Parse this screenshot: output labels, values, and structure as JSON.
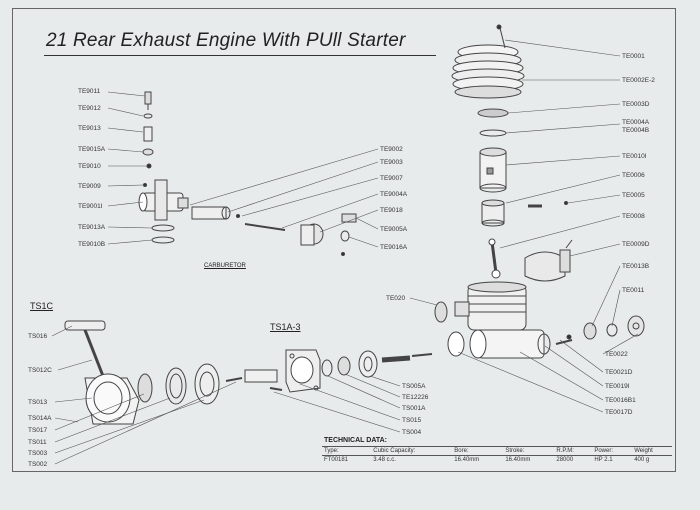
{
  "title": "21 Rear Exhaust Engine With  PUll Starter",
  "sections": {
    "carburetor": "CARBURETOR",
    "starter": "TS1C",
    "starter_drive": "TS1A-3"
  },
  "labels": {
    "left_carb": [
      "TE9011",
      "TE9012",
      "TE9013",
      "TE9015A",
      "TE9010",
      "TE9009",
      "TE9001I",
      "TE9013A",
      "TE9010B"
    ],
    "mid_carb": [
      "TE9002",
      "TE9003",
      "TE9007",
      "TE9004A",
      "TE9018",
      "TE9005A",
      "TE9016A"
    ],
    "right_top": [
      "TE0001",
      "TE0002E-2",
      "TE0003D",
      "TE0004A",
      "TE0004B",
      "TE0010I",
      "TE0006",
      "TE0005",
      "TE0008",
      "TE0009D",
      "TE0013B",
      "TE0011",
      "TE0022",
      "TE0021D",
      "TE0019I",
      "TE0016B1",
      "TE0017D"
    ],
    "te020": "TE020",
    "starter_left": [
      "TS016",
      "TS012C",
      "TS013",
      "TS014A",
      "TS017",
      "TS011",
      "TS003",
      "TS002"
    ],
    "starter_mid": [
      "TS005A",
      "TE12226",
      "TS001A",
      "TS015",
      "TS004"
    ]
  },
  "technical": {
    "heading": "TECHNICAL DATA:",
    "headers": [
      "Type:",
      "Cubic Capacity:",
      "Bore:",
      "Stroke:",
      "R.P.M:",
      "Power:",
      "Weight"
    ],
    "row": [
      "FT00181",
      "3.48 c.c.",
      "16.40mm",
      "16.40mm",
      "28000",
      "HP 2.1",
      "400 g"
    ]
  }
}
